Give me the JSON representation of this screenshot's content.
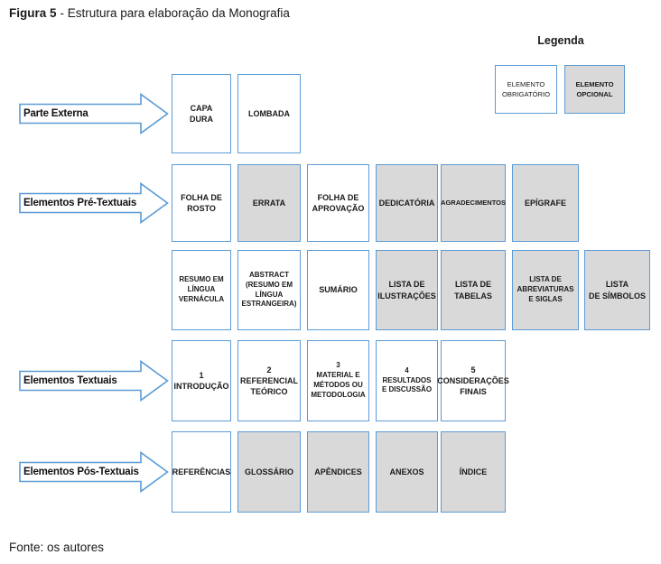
{
  "figure": {
    "caption_bold": "Figura 5",
    "caption_rest": "- Estrutura para elaboração da Monografia",
    "source": "Fonte: os autores"
  },
  "legend": {
    "title": "Legenda",
    "items": [
      {
        "label": "ELEMENTO\nOBRIGATÓRIO",
        "optional": false
      },
      {
        "label": "ELEMENTO\nOPCIONAL",
        "optional": true
      }
    ]
  },
  "colors": {
    "border_blue": "#5b9bd5",
    "optional_fill": "#d9d9d9",
    "required_fill": "#ffffff"
  },
  "rows": [
    {
      "arrow": "Parte Externa",
      "boxes": [
        {
          "label": "CAPA\nDURA",
          "optional": false
        },
        {
          "label": "LOMBADA",
          "optional": false
        }
      ]
    },
    {
      "arrow": "Elementos Pré-Textuais",
      "boxes": [
        {
          "label": "FOLHA DE\nROSTO",
          "optional": false
        },
        {
          "label": "ERRATA",
          "optional": true
        },
        {
          "label": "FOLHA DE\nAPROVAÇÃO",
          "optional": false
        },
        {
          "label": "DEDICATÓRIA",
          "optional": true
        },
        {
          "label": "AGRADECIMENTOS",
          "optional": true
        },
        {
          "label": "EPÍGRAFE",
          "optional": true
        }
      ]
    },
    {
      "arrow": null,
      "boxes": [
        {
          "label": "RESUMO EM\nLÍNGUA\nVERNÁCULA",
          "optional": false
        },
        {
          "label": "ABSTRACT\n(RESUMO EM\nLÍNGUA\nESTRANGEIRA)",
          "optional": false
        },
        {
          "label": "SUMÁRIO",
          "optional": false
        },
        {
          "label": "LISTA DE\nILUSTRAÇÕES",
          "optional": true
        },
        {
          "label": "LISTA DE\nTABELAS",
          "optional": true
        },
        {
          "label": "LISTA DE\nABREVIATURAS\nE SIGLAS",
          "optional": true
        },
        {
          "label": "LISTA\nDE SÍMBOLOS",
          "optional": true
        }
      ]
    },
    {
      "arrow": "Elementos Textuais",
      "boxes": [
        {
          "label": "1\nINTRODUÇÃO",
          "optional": false
        },
        {
          "label": "2\nREFERENCIAL\nTEÓRICO",
          "optional": false
        },
        {
          "label": "3\nMATERIAL E\nMÉTODOS OU\nMETODOLOGIA",
          "optional": false
        },
        {
          "label": "4\nRESULTADOS\nE DISCUSSÃO",
          "optional": false
        },
        {
          "label": "5\nCONSIDERAÇÕES\nFINAIS",
          "optional": false
        }
      ]
    },
    {
      "arrow": "Elementos Pós-Textuais",
      "boxes": [
        {
          "label": "REFERÊNCIAS",
          "optional": false
        },
        {
          "label": "GLOSSÁRIO",
          "optional": true
        },
        {
          "label": "APÊNDICES",
          "optional": true
        },
        {
          "label": "ANEXOS",
          "optional": true
        },
        {
          "label": "ÍNDICE",
          "optional": true
        }
      ]
    }
  ]
}
